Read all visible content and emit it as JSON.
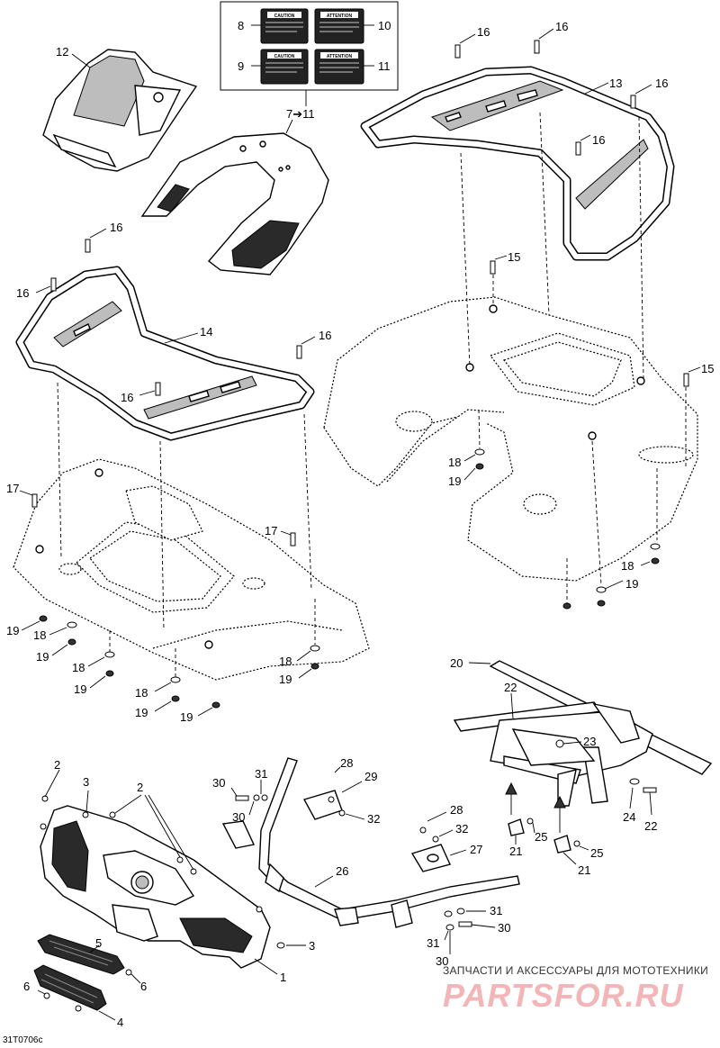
{
  "diagram": {
    "drawing_code": "31T0706c",
    "decal_group_label": "7➔11",
    "callouts": {
      "c1": "1",
      "c2a": "2",
      "c2b": "2",
      "c3a": "3",
      "c3b": "3",
      "c4": "4",
      "c5": "5",
      "c6a": "6",
      "c6b": "6",
      "c8": "8",
      "c9": "9",
      "c10": "10",
      "c11": "11",
      "c12": "12",
      "c13": "13",
      "c14": "14",
      "c15a": "15",
      "c15b": "15",
      "c16a": "16",
      "c16b": "16",
      "c16c": "16",
      "c16d": "16",
      "c16e": "16",
      "c16f": "16",
      "c16g": "16",
      "c16h": "16",
      "c17a": "17",
      "c17b": "17",
      "c18a": "18",
      "c18b": "18",
      "c18c": "18",
      "c18d": "18",
      "c18e": "18",
      "c18f": "18",
      "c19a": "19",
      "c19b": "19",
      "c19c": "19",
      "c19d": "19",
      "c19e": "19",
      "c19f": "19",
      "c19g": "19",
      "c19h": "19",
      "c20": "20",
      "c21a": "21",
      "c21b": "21",
      "c22a": "22",
      "c22b": "22",
      "c23": "23",
      "c24": "24",
      "c25a": "25",
      "c25b": "25",
      "c26": "26",
      "c27": "27",
      "c28a": "28",
      "c28b": "28",
      "c29": "29",
      "c30a": "30",
      "c30b": "30",
      "c30c": "30",
      "c30d": "30",
      "c31a": "31",
      "c31b": "31",
      "c31c": "31",
      "c32a": "32",
      "c32b": "32"
    },
    "decals": {
      "caution_1": "CAUTION",
      "attention_1": "ATTENTION",
      "caution_2": "CAUTION",
      "attention_2": "ATTENTION"
    }
  },
  "watermark": {
    "line": "ЗАПЧАСТИ И АКСЕССУАРЫ ДЛЯ МОТОТЕХНИКИ",
    "logo": "PARTSFOR.RU"
  }
}
